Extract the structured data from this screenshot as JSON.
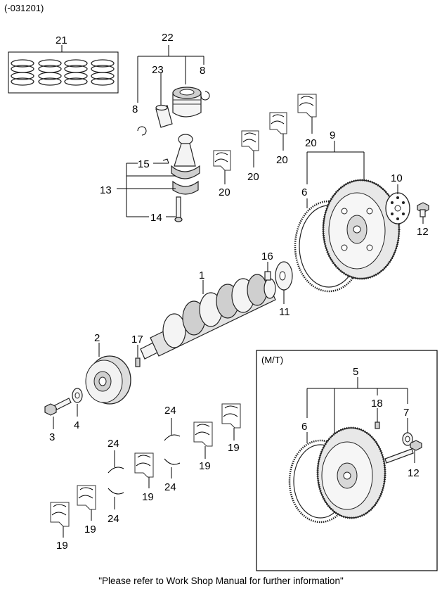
{
  "header": {
    "catalog_code": "(-031201)"
  },
  "footer": {
    "note": "\"Please refer to Work Shop Manual for further information\""
  },
  "inset": {
    "title": "(M/T)"
  },
  "callouts": {
    "c21": "21",
    "c22": "22",
    "c23": "23",
    "c8a": "8",
    "c8b": "8",
    "c9": "9",
    "c10": "10",
    "c6a": "6",
    "c12a": "12",
    "c20a": "20",
    "c20b": "20",
    "c20c": "20",
    "c20d": "20",
    "c15": "15",
    "c13": "13",
    "c14": "14",
    "c1": "1",
    "c16": "16",
    "c11": "11",
    "c2": "2",
    "c17": "17",
    "c3": "3",
    "c4": "4",
    "c24a": "24",
    "c24b": "24",
    "c24c": "24",
    "c24d": "24",
    "c19a": "19",
    "c19b": "19",
    "c19c": "19",
    "c19d": "19",
    "c19e": "19",
    "c5": "5",
    "c18": "18",
    "c7": "7",
    "c6b": "6",
    "c12b": "12"
  }
}
